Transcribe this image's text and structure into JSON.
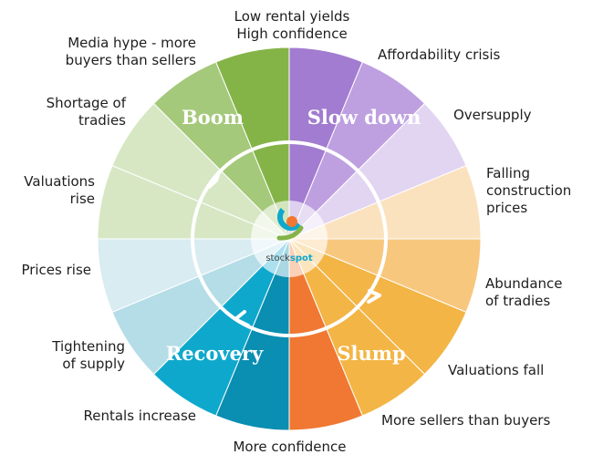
{
  "phases": {
    "boom": "Boom",
    "slow_down": "Slow down",
    "slump": "Slump",
    "recovery": "Recovery"
  },
  "labels": {
    "low_yields": "Low rental yields\nHigh confidence",
    "affordability": "Affordability crisis",
    "oversupply": "Oversupply",
    "falling_construction": "Falling\nconstruction\nprices",
    "abundance": "Abundance\nof tradies",
    "valuations_fall": "Valuations fall",
    "more_sellers": "More sellers than buyers",
    "more_confidence": "More confidence",
    "rentals_increase": "Rentals increase",
    "tightening": "Tightening\nof supply",
    "prices_rise": "Prices rise",
    "valuations_rise": "Valuations\nrise",
    "shortage": "Shortage of\ntradies",
    "media_hype": "Media hype - more\nbuyers than sellers"
  },
  "logo": {
    "text_a": "stock",
    "text_b": "spot"
  },
  "colors": {
    "boom": [
      "#84b447",
      "#a5c97a",
      "#d7e7c4"
    ],
    "slow_down": [
      "#a27cd0",
      "#bea0e0",
      "#e2d5f2"
    ],
    "slump_orange": [
      "#fbe2bf",
      "#f8c77e",
      "#f3b545",
      "#f07832"
    ],
    "recovery": [
      "#d8ecf2",
      "#b5dde7",
      "#0fa8cd",
      "#0a8eb1"
    ]
  }
}
